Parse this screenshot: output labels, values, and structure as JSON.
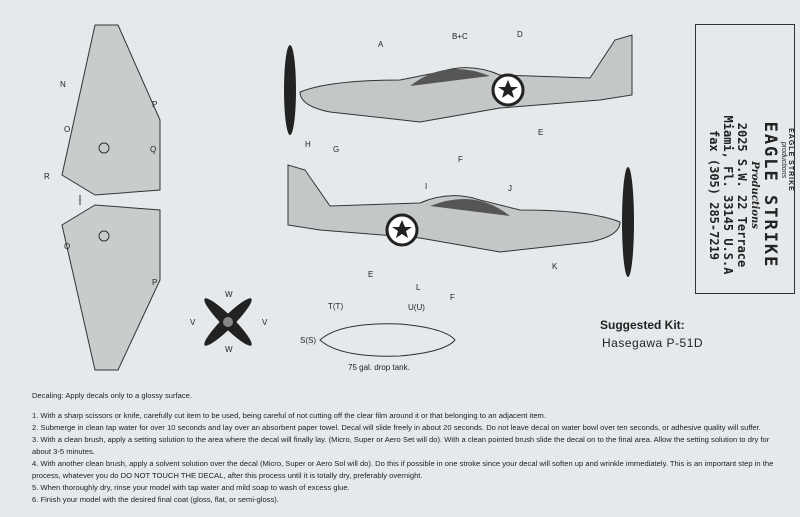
{
  "top_plane_labels": {
    "a": "A",
    "bc": "B+C",
    "d": "D",
    "e": "E",
    "f": "F",
    "g": "G",
    "h": "H"
  },
  "bottom_plane_labels": {
    "i": "I",
    "j": "J",
    "e": "E",
    "f": "F",
    "l": "L",
    "k": "K"
  },
  "wing_labels": {
    "n": "N",
    "p1": "P",
    "o1": "O",
    "q": "Q",
    "r": "R",
    "o2": "O",
    "p2": "P"
  },
  "prop_labels": {
    "w1": "W",
    "w2": "W",
    "v1": "V",
    "v2": "V"
  },
  "drop_tank": {
    "t": "T(T)",
    "u": "U(U)",
    "s": "S(S)",
    "caption": "75 gal. drop tank."
  },
  "manufacturer": {
    "logo_text_top": "EAGLE STRIKE",
    "logo_text_bottom": "productions",
    "name": "EAGLE STRIKE",
    "subtitle": "Productions",
    "address1": "2025 S.W. 22 Terrace",
    "address2": "Miami, Fl. 33145 U.S.A",
    "fax": "fax (305) 285-7219"
  },
  "suggested_kit": {
    "heading": "Suggested Kit:",
    "name": "Hasegawa P-51D"
  },
  "instructions": {
    "heading": "Decaling: Apply decals only to a glossy surface.",
    "steps": [
      "1. With a sharp scissors or knife, carefully cut item to be used, being careful of not cutting off the clear film around it or that belonging to an adjacent item.",
      "2. Submerge in clean tap water for over 10 seconds and lay over an absorbent paper towel. Decal will slide freely in about 20 seconds. Do not leave decal on water bowl over ten seconds, or adhesive quality will suffer.",
      "3. With a clean brush, apply a setting solution to the area where the decal will finally lay. (Micro, Super or Aero Set will do). With a clean pointed brush slide the decal on to the final area. Allow the setting solution to dry for about 3-5 minutes.",
      "4. With another clean brush, apply a solvent solution over the decal (Micro, Super or Aero Sol will do). Do this if possible in one stroke since your decal will soften up and wrinkle immediately. This is an important step in the process, whatever you do DO NOT TOUCH THE DECAL, after this process until it is totally dry, preferably overnight.",
      "5. When thoroughly dry, rinse your model with tap water and mild soap to wash of excess glue.",
      "6. Finish your model with the desired final coat (gloss, flat, or semi-gloss)."
    ]
  }
}
